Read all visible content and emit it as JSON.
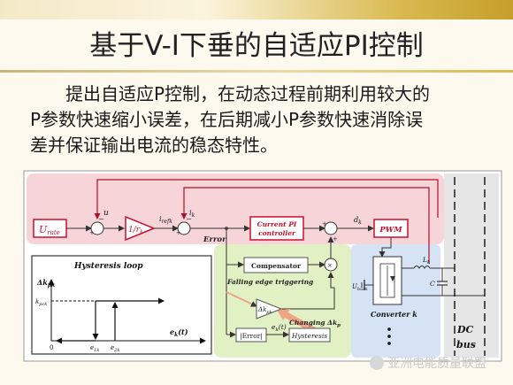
{
  "slide": {
    "title": "基于V-I下垂的自适应PI控制",
    "body_line1": "提出自适应P控制，在动态过程前期利用较大的",
    "body_line2": "P参数快速缩小误差，在后期减小P参数快速消除误",
    "body_line3": "差并保证输出电流的稳态特性。"
  },
  "diagram": {
    "u_rate": "U",
    "u_rate_sub": "rate",
    "u": "u",
    "droop": "1/r",
    "droop_sub": "k",
    "i_refk": "i",
    "i_refk_sub": "refk",
    "i_k": "i",
    "i_k_sub": "k",
    "current_pi_1": "Current PI",
    "current_pi_2": "controller",
    "d_k": "d",
    "d_k_sub": "k",
    "pwm": "PWM",
    "error": "Error",
    "compensator": "Compensator",
    "falling_edge": "Falling edge triggering",
    "delta_kp_block": "Δk",
    "delta_kp_block_sub": "pk",
    "abs_error": "|Error|",
    "e_k_t": "e",
    "e_k_t_sub": "k",
    "e_k_t_arg": "(t)",
    "hysteresis": "Hysteresis",
    "changing": "Changing Δk",
    "changing_sub": "p",
    "hys_title": "Hysteresis loop",
    "hys_yaxis": "Δk",
    "hys_yaxis_sub": "pk",
    "hys_kpc": "k",
    "hys_kpc_sub": "pck",
    "hys_zero": "0",
    "hys_e1": "e",
    "hys_e1_sub": "1k",
    "hys_e2": "e",
    "hys_e2_sub": "2k",
    "hys_xaxis": "e",
    "hys_xaxis_sub": "k",
    "hys_xaxis_arg": "(t)",
    "u_busk": "U",
    "u_busk_sub": "busk",
    "l_k": "L",
    "l_k_sub": "k",
    "c": "C",
    "converter": "Converter k",
    "dc": "DC",
    "bus": "bus"
  },
  "watermark": "亚洲电能质量联盟",
  "colors": {
    "red_block": "#c8102e",
    "pink_region": "#f7d4d8",
    "green_region": "#e2f1c3",
    "blue_region": "#d6e3f4",
    "grey_region": "#e6e6e6",
    "arrow_orange": "#f0a487"
  }
}
